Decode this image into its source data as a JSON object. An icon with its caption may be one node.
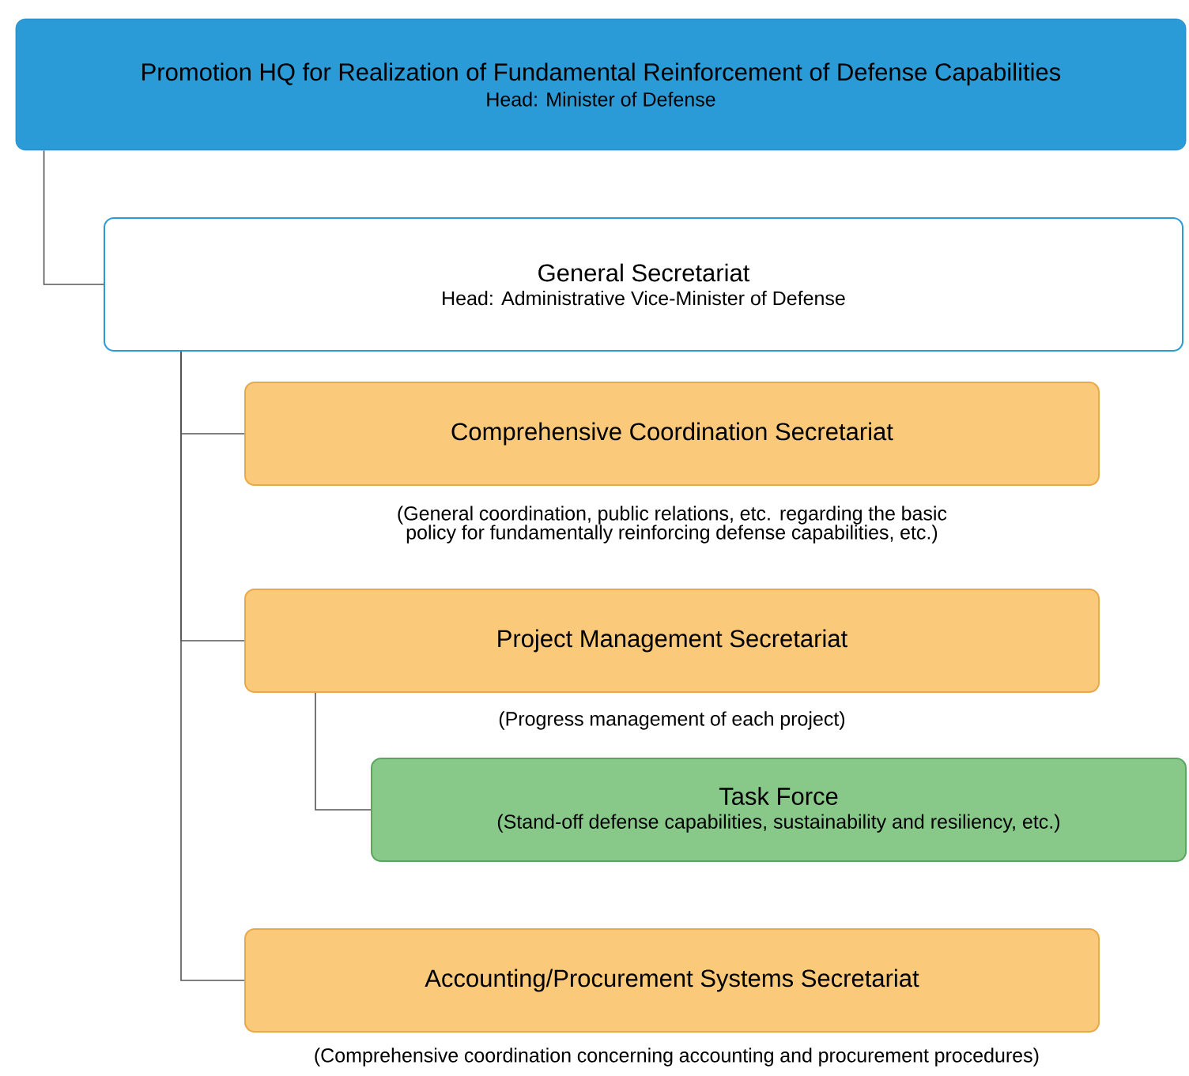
{
  "diagram": {
    "nodes": [
      {
        "text": [
          "Promotion HQ for Realization of Fundamental Reinforcement of Defense Capabilities",
          "Head: Minister of Defense"
        ]
      },
      {
        "text": [
          "General Secretariat",
          "Head: Administrative Vice-Minister of Defense"
        ]
      },
      {
        "text": [
          "Comprehensive Coordination Secretariat"
        ],
        "beside": [
          "(General coordination, public relations, etc. regarding the basic policy for fundamentally reinforcing defense capabilities, etc.)"
        ]
      },
      {
        "text": [
          "Project Management Secretariat"
        ],
        "beside": [
          "(Progress management of each project)"
        ]
      },
      {
        "text": [
          "Task Force",
          "(Stand-off defense capabilities, sustainability and resiliency, etc.)"
        ]
      },
      {
        "text": [
          "Accounting/Procurement Systems Secretariat"
        ],
        "beside": [
          "(Comprehensive coordination concerning accounting and procurement procedures)"
        ]
      }
    ],
    "edges": [
      {
        "from": 0,
        "to": 1,
        "arrow": "none"
      },
      {
        "from": 1,
        "to": 2,
        "arrow": "none"
      },
      {
        "from": 1,
        "to": 3,
        "arrow": "none"
      },
      {
        "from": 1,
        "to": 5,
        "arrow": "none"
      },
      {
        "from": 3,
        "to": 4,
        "arrow": "none"
      }
    ]
  }
}
